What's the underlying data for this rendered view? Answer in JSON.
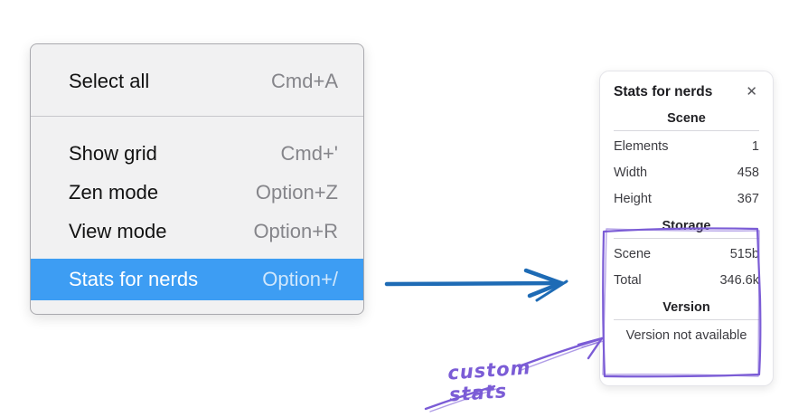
{
  "context_menu": {
    "items": [
      {
        "label": "Select all",
        "shortcut": "Cmd+A",
        "selected": false
      },
      {
        "label": "Show grid",
        "shortcut": "Cmd+'",
        "selected": false
      },
      {
        "label": "Zen mode",
        "shortcut": "Option+Z",
        "selected": false
      },
      {
        "label": "View mode",
        "shortcut": "Option+R",
        "selected": false
      },
      {
        "label": "Stats for nerds",
        "shortcut": "Option+/",
        "selected": true
      }
    ],
    "highlight_color": "#3d9df3"
  },
  "stats_panel": {
    "title": "Stats for nerds",
    "close_icon": "✕",
    "sections": {
      "scene": {
        "heading": "Scene",
        "rows": [
          {
            "label": "Elements",
            "value": "1"
          },
          {
            "label": "Width",
            "value": "458"
          },
          {
            "label": "Height",
            "value": "367"
          }
        ]
      },
      "storage": {
        "heading": "Storage",
        "rows": [
          {
            "label": "Scene",
            "value": "515b"
          },
          {
            "label": "Total",
            "value": "346.6k"
          }
        ]
      },
      "version": {
        "heading": "Version",
        "note": "Version not available"
      }
    }
  },
  "annotations": {
    "custom_stats_label": "custom stats",
    "arrow_blue_color": "#1e6bb5",
    "violet_color": "#7b5cd6"
  }
}
